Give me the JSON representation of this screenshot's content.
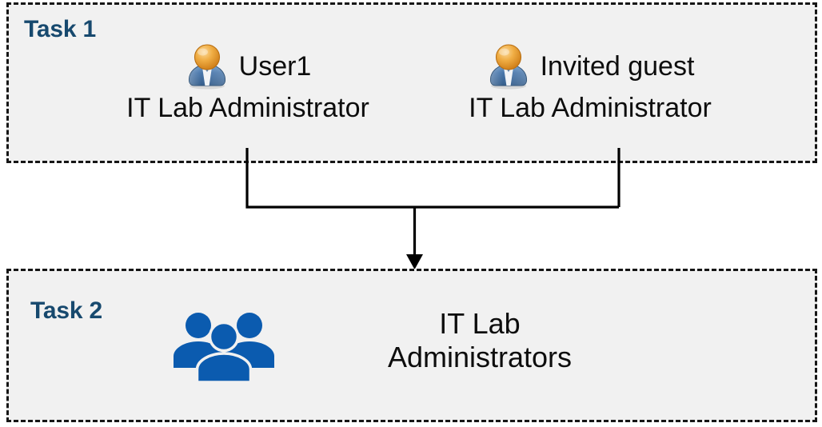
{
  "diagram": {
    "background_color": "#FFFFFF",
    "box_fill_color": "#F1F1F1",
    "box_border_color": "#161616",
    "heading_color": "#17496E",
    "text_color": "#0D0D0D",
    "group_icon_color": "#0B5BAF",
    "user_icon_head_color": "#E8A33D",
    "user_icon_body_color": "#3E6FA5",
    "connector_color": "#000000"
  },
  "task1": {
    "label": "Task 1",
    "people": [
      {
        "icon": "user-icon",
        "name": "User1",
        "role": "IT Lab Administrator"
      },
      {
        "icon": "user-icon",
        "name": "Invited guest",
        "role": "IT Lab Administrator"
      }
    ]
  },
  "task2": {
    "label": "Task 2",
    "group": {
      "icon": "group-of-people-icon",
      "name_line1": "IT Lab",
      "name_line2": "Administrators"
    }
  },
  "connector": {
    "type": "merge-arrow",
    "description": "two vertical lines merge into one downward arrow",
    "arrowhead": "down-arrow-icon"
  }
}
